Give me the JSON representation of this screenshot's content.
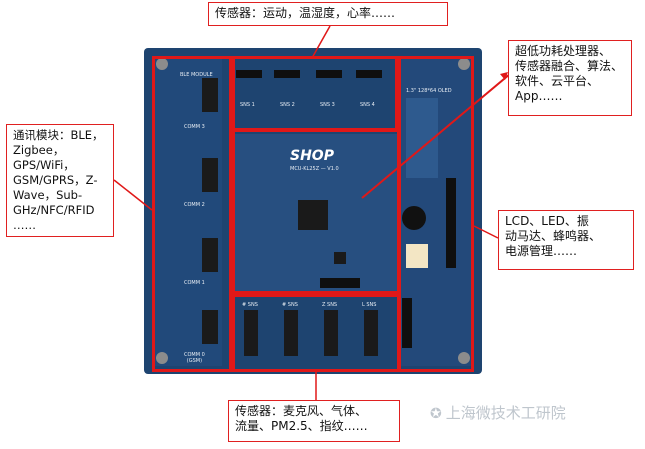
{
  "callouts": {
    "top": "传感器：运动，温湿度，心率……",
    "left": "通讯模块：BLE，\nZigbee，\nGPS/WiFi，\nGSM/GPRS，Z-\nWave，Sub-\nGHz/NFC/RFID\n……",
    "right_top": "超低功耗处理器、\n传感器融合、算法、\n软件、云平台、\nApp……",
    "right_mid": "LCD、LED、振\n动马达、蜂鸣器、\n电源管理……",
    "bottom": "传感器：麦克风、气体、\n流量、PM2.5、指纹……"
  },
  "board": {
    "logo": "SHOP",
    "mcu_label": "MCU-KL25Z — V1.0",
    "comm_labels": [
      "COMM 3",
      "COMM 2",
      "COMM 1",
      "COMM 0\n(GSM)"
    ],
    "sns_top": [
      "SNS 1",
      "SNS 2",
      "SNS 3",
      "SNS 4"
    ],
    "sns_bottom": [
      "# SNS",
      "# SNS",
      "Z SNS",
      "L SNS"
    ],
    "oled_label": "1.3\" 128*64 OLED",
    "ble_label": "BLE MODULE"
  },
  "watermark": "上海微技术工研院",
  "colors": {
    "board": "#1e4470",
    "highlight": "#e01818"
  }
}
